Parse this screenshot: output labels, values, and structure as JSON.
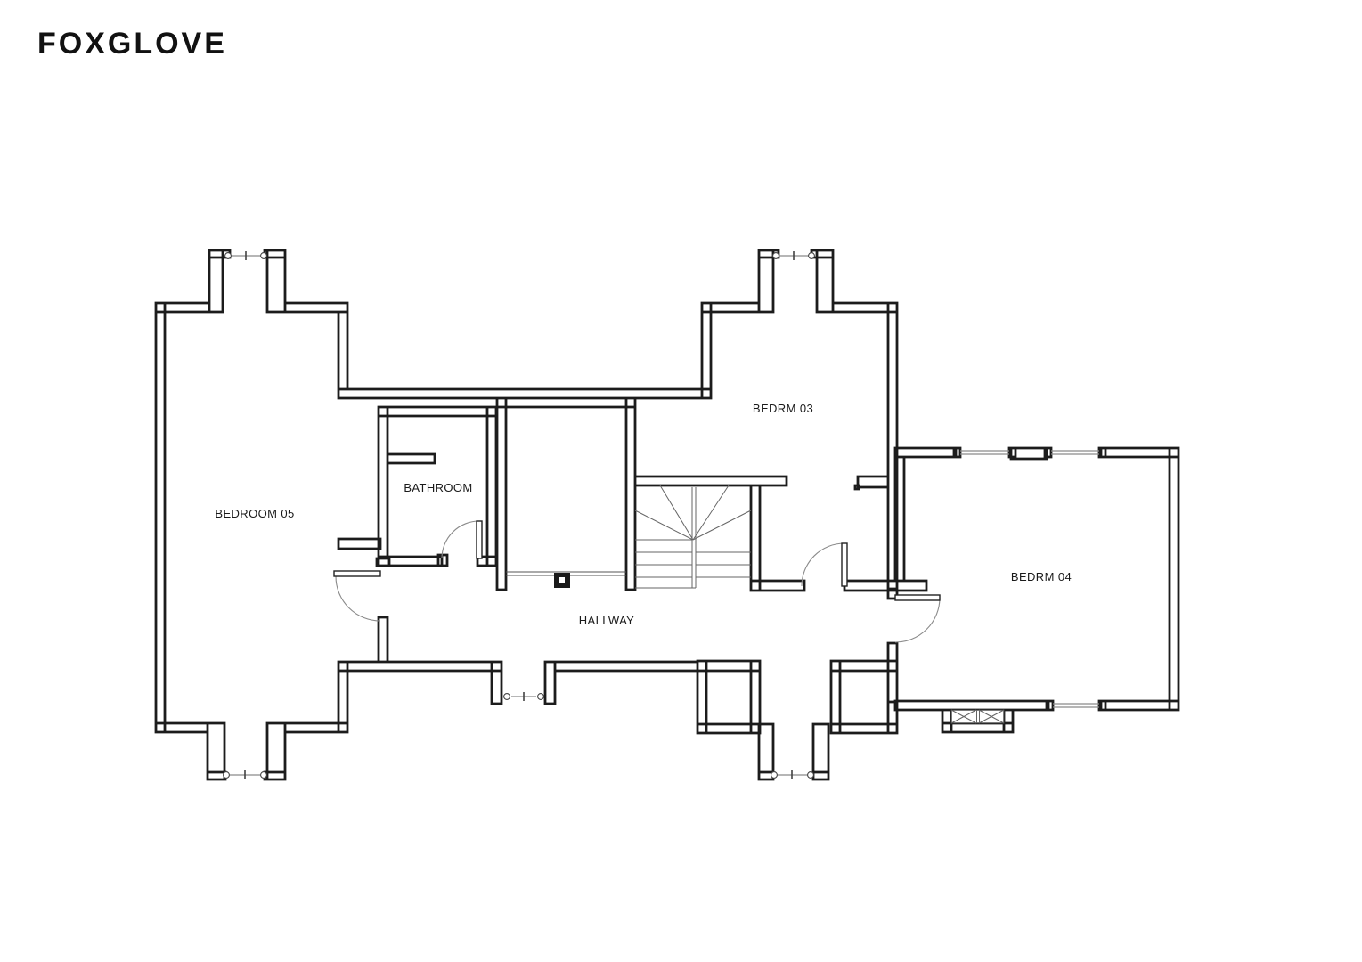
{
  "title": "FOXGLOVE",
  "plan": {
    "rooms": [
      {
        "id": "bedroom-05",
        "label": "BEDROOM 05"
      },
      {
        "id": "bathroom",
        "label": "BATHROOM"
      },
      {
        "id": "bedrm-03",
        "label": "BEDRM 03"
      },
      {
        "id": "bedrm-04",
        "label": "BEDRM 04"
      },
      {
        "id": "hallway",
        "label": "HALLWAY"
      }
    ],
    "features": [
      "stairs",
      "chimney",
      "windows",
      "doors"
    ]
  },
  "colors": {
    "background": "#ffffff",
    "wall_line": "#1c1c1c",
    "thin_line": "#8a8a8a",
    "text": "#1a1a1a"
  }
}
